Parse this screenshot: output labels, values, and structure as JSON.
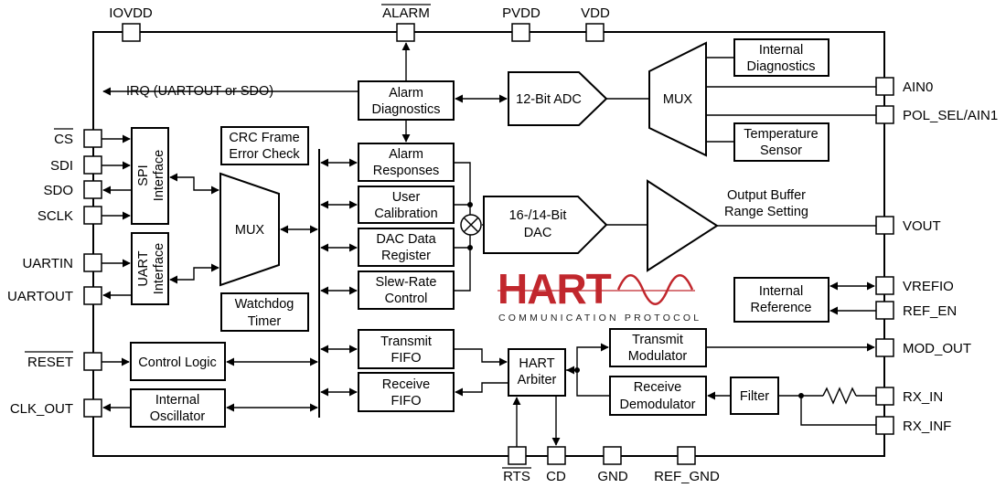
{
  "pins": {
    "top": {
      "iovdd": "IOVDD",
      "alarm": "ALARM",
      "pvdd": "PVDD",
      "vdd": "VDD"
    },
    "left": {
      "cs": "CS",
      "sdi": "SDI",
      "sdo": "SDO",
      "sclk": "SCLK",
      "uartin": "UARTIN",
      "uartout": "UARTOUT",
      "reset": "RESET",
      "clk_out": "CLK_OUT"
    },
    "right": {
      "ain0": "AIN0",
      "pol_sel": "POL_SEL/AIN1",
      "vout": "VOUT",
      "vrefio": "VREFIO",
      "ref_en": "REF_EN",
      "mod_out": "MOD_OUT",
      "rx_in": "RX_IN",
      "rx_inf": "RX_INF"
    },
    "bottom": {
      "rts": "RTS",
      "cd": "CD",
      "gnd": "GND",
      "ref_gnd": "REF_GND"
    }
  },
  "blocks": {
    "irq": "IRQ (UARTOUT or SDO)",
    "alarm_diag": [
      "Alarm",
      "Diagnostics"
    ],
    "adc": "12-Bit ADC",
    "mux_top": "MUX",
    "internal_diag": [
      "Internal",
      "Diagnostics"
    ],
    "temp_sensor": [
      "Temperature",
      "Sensor"
    ],
    "crc": [
      "CRC Frame",
      "Error Check"
    ],
    "spi": [
      "SPI",
      "Interface"
    ],
    "uart": [
      "UART",
      "Interface"
    ],
    "mux_left": "MUX",
    "watchdog": [
      "Watchdog",
      "Timer"
    ],
    "alarm_resp": [
      "Alarm",
      "Responses"
    ],
    "user_cal": [
      "User",
      "Calibration"
    ],
    "dac_data": [
      "DAC Data",
      "Register"
    ],
    "slew": [
      "Slew-Rate",
      "Control"
    ],
    "dac": [
      "16-/14-Bit",
      "DAC"
    ],
    "output_buffer": [
      "Output Buffer",
      "Range Setting"
    ],
    "internal_ref": [
      "Internal",
      "Reference"
    ],
    "control_logic": "Control Logic",
    "int_osc": [
      "Internal",
      "Oscillator"
    ],
    "tx_fifo": [
      "Transmit",
      "FIFO"
    ],
    "rx_fifo": [
      "Receive",
      "FIFO"
    ],
    "hart_arbiter": [
      "HART",
      "Arbiter"
    ],
    "tx_mod": [
      "Transmit",
      "Modulator"
    ],
    "rx_demod": [
      "Receive",
      "Demodulator"
    ],
    "filter": "Filter"
  },
  "logo": {
    "word": "HART",
    "tagline": "COMMUNICATION PROTOCOL",
    "color": "#c1272d"
  }
}
